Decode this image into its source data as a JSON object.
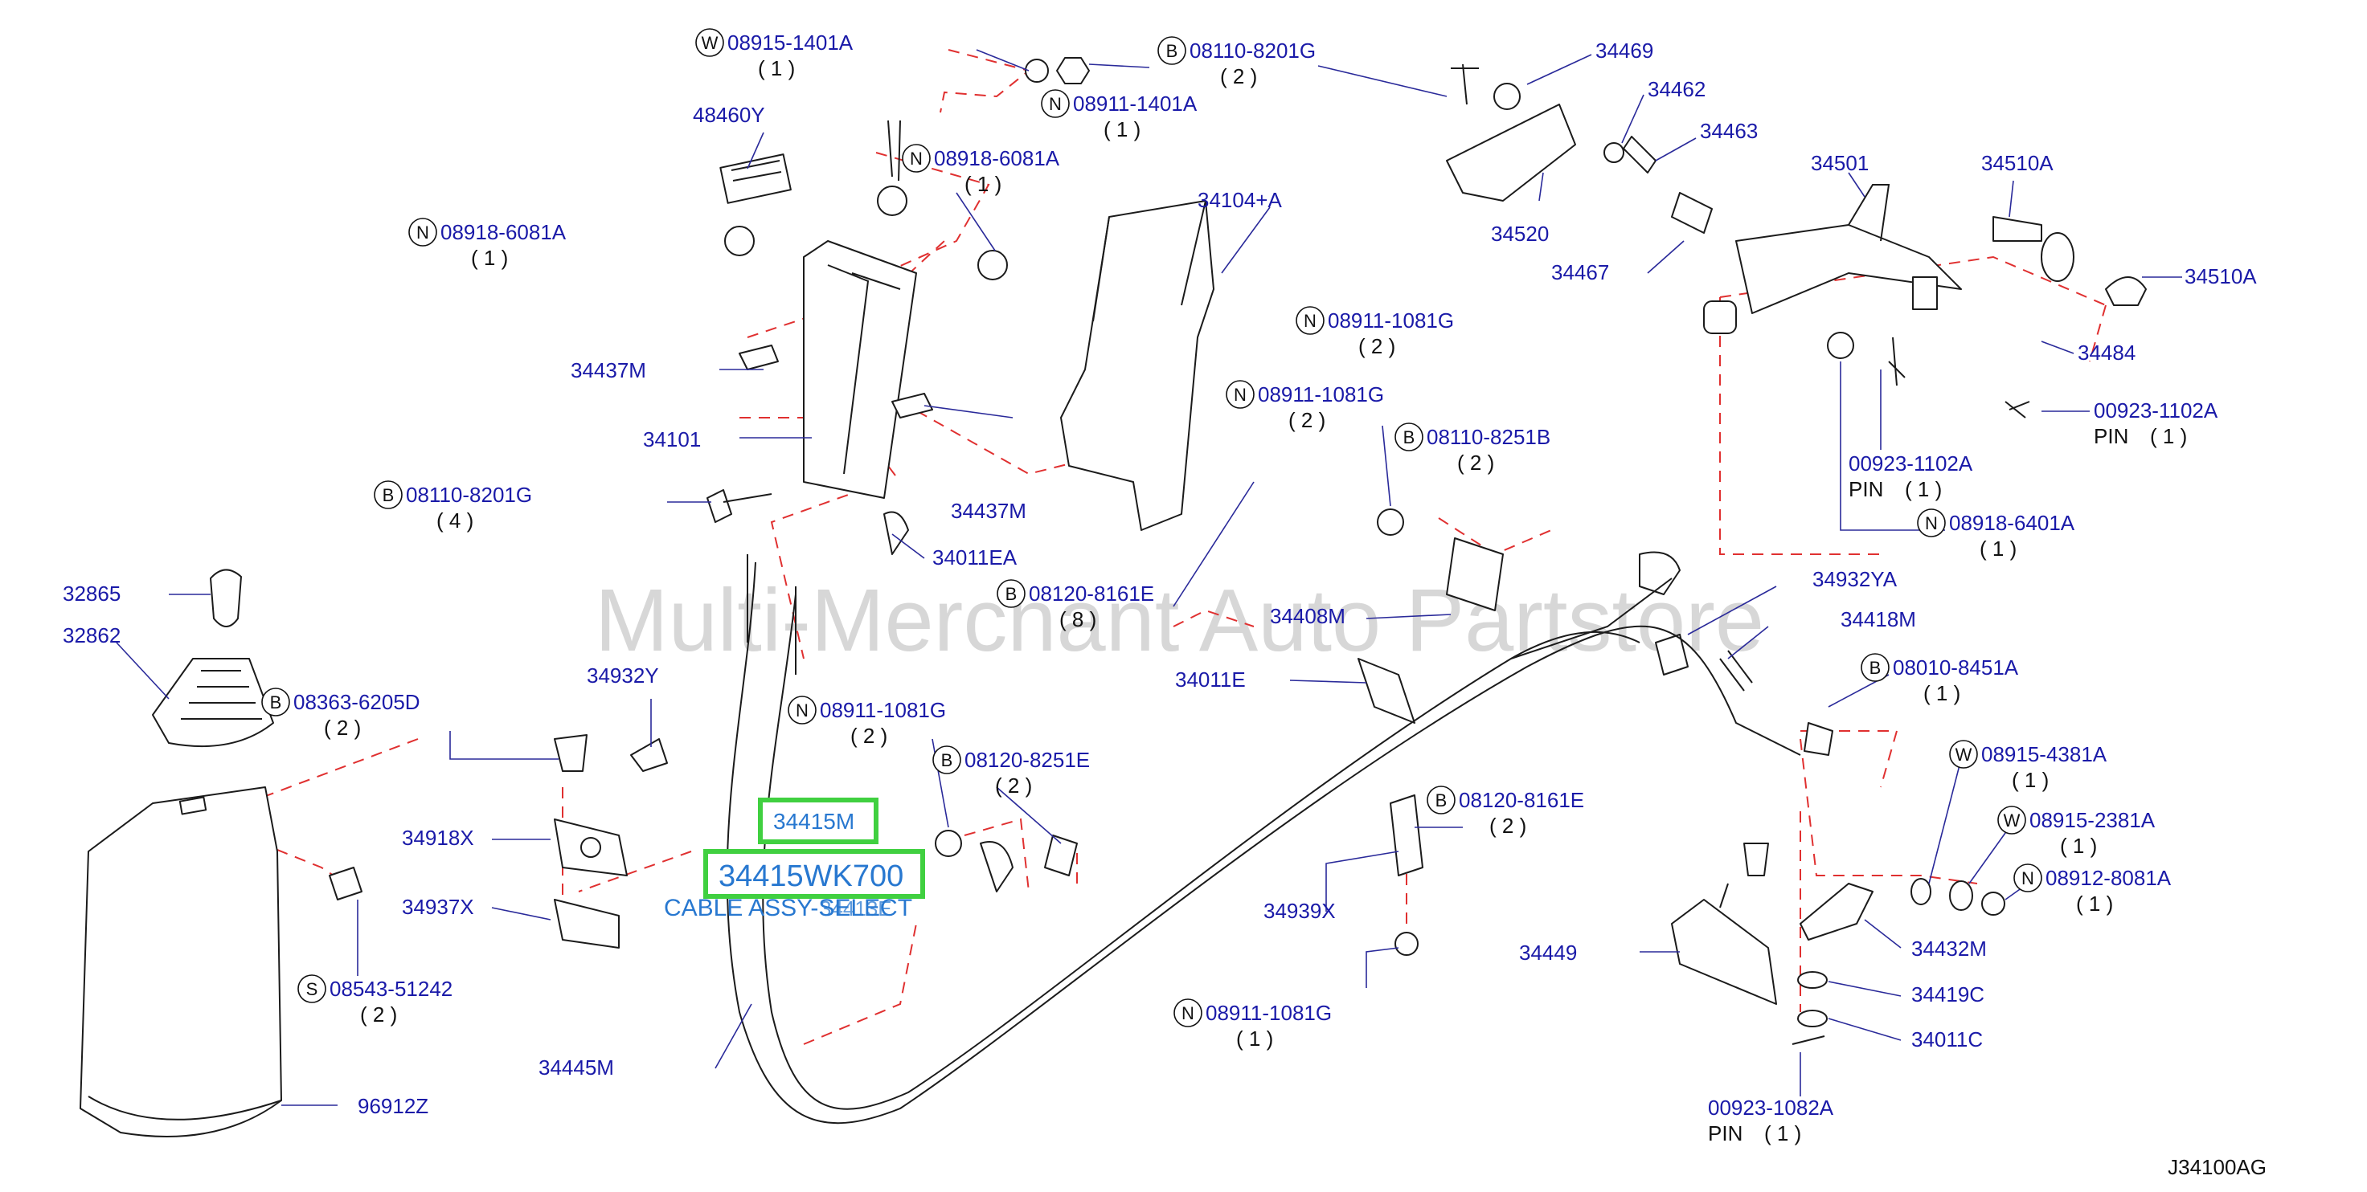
{
  "diagram_code": "J34100AG",
  "watermark": "Multi-Merchant Auto Partstore",
  "highlight": {
    "part_small": "34415M",
    "part_large": "34415WK700",
    "description": "CABLE ASSY-SELECT",
    "under_text": "34413E"
  },
  "labels": [
    {
      "id": "w-08915-1401a",
      "prefix": "W",
      "text": "08915-1401A",
      "qty": "( 1 )"
    },
    {
      "id": "n-08911-1401a",
      "prefix": "N",
      "text": "08911-1401A",
      "qty": "( 1 )"
    },
    {
      "id": "48460y",
      "text": "48460Y"
    },
    {
      "id": "n-08918-6081a-r",
      "prefix": "N",
      "text": "08918-6081A",
      "qty": "( 1 )"
    },
    {
      "id": "n-08918-6081a-l",
      "prefix": "N",
      "text": "08918-6081A",
      "qty": "( 1 )"
    },
    {
      "id": "b-08110-8201g-t",
      "prefix": "B",
      "text": "08110-8201G",
      "qty": "( 2 )"
    },
    {
      "id": "34469",
      "text": "34469"
    },
    {
      "id": "34462",
      "text": "34462"
    },
    {
      "id": "34463",
      "text": "34463"
    },
    {
      "id": "34501",
      "text": "34501"
    },
    {
      "id": "34510a-1",
      "text": "34510A"
    },
    {
      "id": "34510a-2",
      "text": "34510A"
    },
    {
      "id": "34104a",
      "text": "34104+A"
    },
    {
      "id": "34520",
      "text": "34520"
    },
    {
      "id": "34467",
      "text": "34467"
    },
    {
      "id": "34484",
      "text": "34484"
    },
    {
      "id": "n-08911-1081g-1",
      "prefix": "N",
      "text": "08911-1081G",
      "qty": "( 2 )"
    },
    {
      "id": "n-08911-1081g-2",
      "prefix": "N",
      "text": "08911-1081G",
      "qty": "( 2 )"
    },
    {
      "id": "pin-00923-1102a-r",
      "text": "00923-1102A",
      "sub": "PIN",
      "qty": "( 1 )"
    },
    {
      "id": "pin-00923-1102a-l",
      "text": "00923-1102A",
      "sub": "PIN",
      "qty": "( 1 )"
    },
    {
      "id": "34437m-l",
      "text": "34437M"
    },
    {
      "id": "34437m-r",
      "text": "34437M"
    },
    {
      "id": "34101",
      "text": "34101"
    },
    {
      "id": "b-08110-8251b",
      "prefix": "B",
      "text": "08110-8251B",
      "qty": "( 2 )"
    },
    {
      "id": "n-08918-6401a",
      "prefix": "N",
      "text": "08918-6401A",
      "qty": "( 1 )"
    },
    {
      "id": "b-08110-8201g-l",
      "prefix": "B",
      "text": "08110-8201G",
      "qty": "( 4 )"
    },
    {
      "id": "34011ea",
      "text": "34011EA"
    },
    {
      "id": "b-08120-8161e-t",
      "prefix": "B",
      "text": "08120-8161E",
      "qty": "( 8 )"
    },
    {
      "id": "34932ya",
      "text": "34932YA"
    },
    {
      "id": "34408m",
      "text": "34408M"
    },
    {
      "id": "34418m",
      "text": "34418M"
    },
    {
      "id": "32865",
      "text": "32865"
    },
    {
      "id": "32862",
      "text": "32862"
    },
    {
      "id": "34011e",
      "text": "34011E"
    },
    {
      "id": "34932y",
      "text": "34932Y"
    },
    {
      "id": "b-08010-8451a",
      "prefix": "B",
      "text": "08010-8451A",
      "qty": "( 1 )"
    },
    {
      "id": "b-08363-6205d",
      "prefix": "B",
      "text": "08363-6205D",
      "qty": "( 2 )"
    },
    {
      "id": "n-08911-1081g-3",
      "prefix": "N",
      "text": "08911-1081G",
      "qty": "( 2 )"
    },
    {
      "id": "b-08120-8251e",
      "prefix": "B",
      "text": "08120-8251E",
      "qty": "( 2 )"
    },
    {
      "id": "w-08915-4381a",
      "prefix": "W",
      "text": "08915-4381A",
      "qty": "( 1 )"
    },
    {
      "id": "b-08120-8161e-b",
      "prefix": "B",
      "text": "08120-8161E",
      "qty": "( 2 )"
    },
    {
      "id": "w-08915-2381a",
      "prefix": "W",
      "text": "08915-2381A",
      "qty": "( 1 )"
    },
    {
      "id": "34918x",
      "text": "34918X"
    },
    {
      "id": "n-08912-8081a",
      "prefix": "N",
      "text": "08912-8081A",
      "qty": "( 1 )"
    },
    {
      "id": "34937x",
      "text": "34937X"
    },
    {
      "id": "34939x",
      "text": "34939X"
    },
    {
      "id": "34449",
      "text": "34449"
    },
    {
      "id": "34432m",
      "text": "34432M"
    },
    {
      "id": "s-08543-51242",
      "prefix": "S",
      "text": "08543-51242",
      "qty": "( 2 )"
    },
    {
      "id": "34419c",
      "text": "34419C"
    },
    {
      "id": "n-08911-1081g-4",
      "prefix": "N",
      "text": "08911-1081G",
      "qty": "( 1 )"
    },
    {
      "id": "34011c",
      "text": "34011C"
    },
    {
      "id": "34445m",
      "text": "34445M"
    },
    {
      "id": "pin-00923-1082a",
      "text": "00923-1082A",
      "sub": "PIN",
      "qty": "( 1 )"
    },
    {
      "id": "96912z",
      "text": "96912Z"
    }
  ]
}
